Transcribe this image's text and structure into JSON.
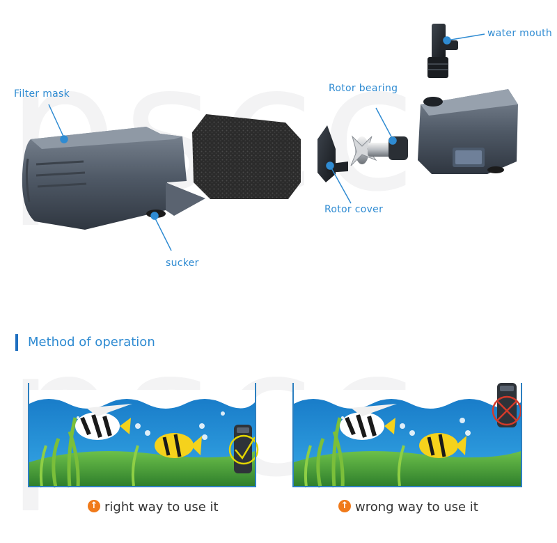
{
  "diagram": {
    "labels": {
      "water_mouth": "water mouth",
      "filter_mask": "Filter mask",
      "rotor_bearing": "Rotor bearing",
      "rotor_cover": "Rotor cover",
      "sucker": "sucker"
    }
  },
  "operation": {
    "title": "Method of operation",
    "right_caption": "right way to use it",
    "wrong_caption": "wrong way to use it"
  },
  "watermark": "pscc",
  "colors": {
    "accent": "#2f8bd2",
    "title_bar": "#1e6fc0",
    "caption_icon": "#f07a1a",
    "right_mark": "#e3d600",
    "wrong_mark": "#d23a2a",
    "water": "#1d8fd6",
    "gravel": "#4aa53a"
  },
  "icons": {
    "caption": "up-arrow-circle-icon",
    "right": "check-circle-icon",
    "wrong": "cross-circle-icon"
  }
}
